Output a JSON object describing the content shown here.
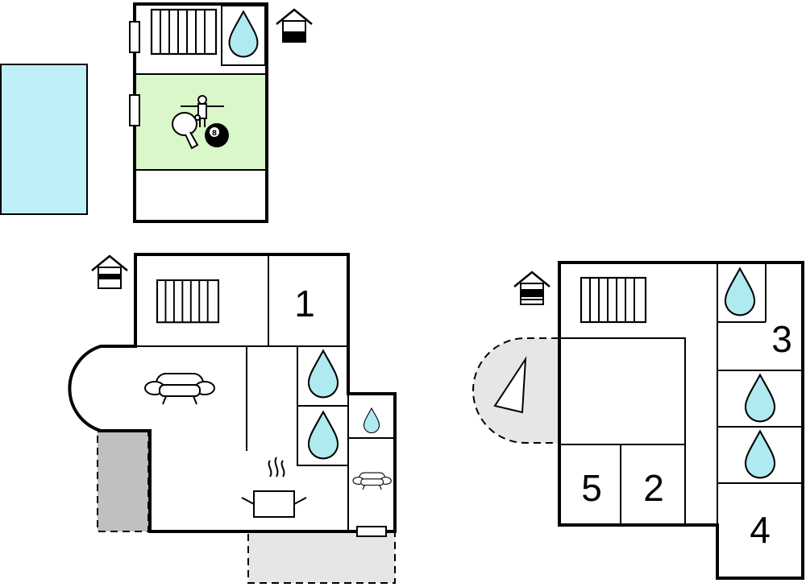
{
  "rooms": {
    "room_1": "1",
    "room_2": "2",
    "room_3": "3",
    "room_4": "4",
    "room_5": "5"
  },
  "icons": {
    "billiard_ball_label": "8",
    "radiator": "radiator-icon",
    "water": "water-drop-icon",
    "house_level": "house-level-icon",
    "sofa": "sofa-icon",
    "cooking_pot": "cooking-pot-icon",
    "table_football": "table-football-icon",
    "table_tennis": "table-tennis-icon",
    "billiard": "billiard-ball-icon",
    "sail": "sail-icon"
  },
  "colors": {
    "pool": "#bff0f8",
    "games_room": "#d9f7c8",
    "water_drop": "#aeeaf0",
    "paved_area": "#e6e6e6",
    "dark_area": "#c0c0c0",
    "walls": "#000000"
  }
}
